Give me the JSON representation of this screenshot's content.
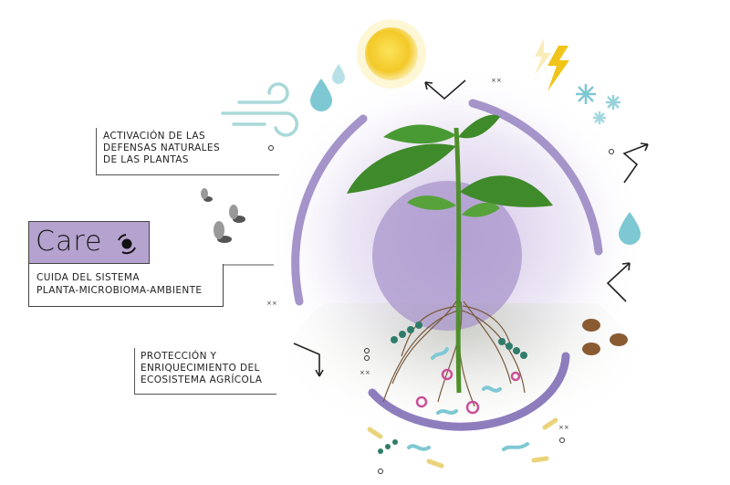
{
  "labels": {
    "top": [
      "ACTIVACIÓN DE LAS",
      "DEFENSAS NATURALES",
      "DE LAS PLANTAS"
    ],
    "middle": [
      "CUIDA DEL SISTEMA",
      "PLANTA-MICROBIOMA-AMBIENTE"
    ],
    "bottom": [
      "PROTECCIÓN Y",
      "ENRIQUECIMIENTO DEL",
      "ECOSISTEMA AGRÍCOLA"
    ]
  },
  "brand": {
    "name": "Care"
  },
  "colors": {
    "purple": "#b5a2cf",
    "arc": "#a594c9",
    "water": "#7ec8d3",
    "sun": "#f5d33a",
    "lightning": "#f0c419",
    "leaf": "#3f8a2a",
    "microbe_pink": "#c9509a",
    "microbe_teal": "#2f7c6b"
  }
}
